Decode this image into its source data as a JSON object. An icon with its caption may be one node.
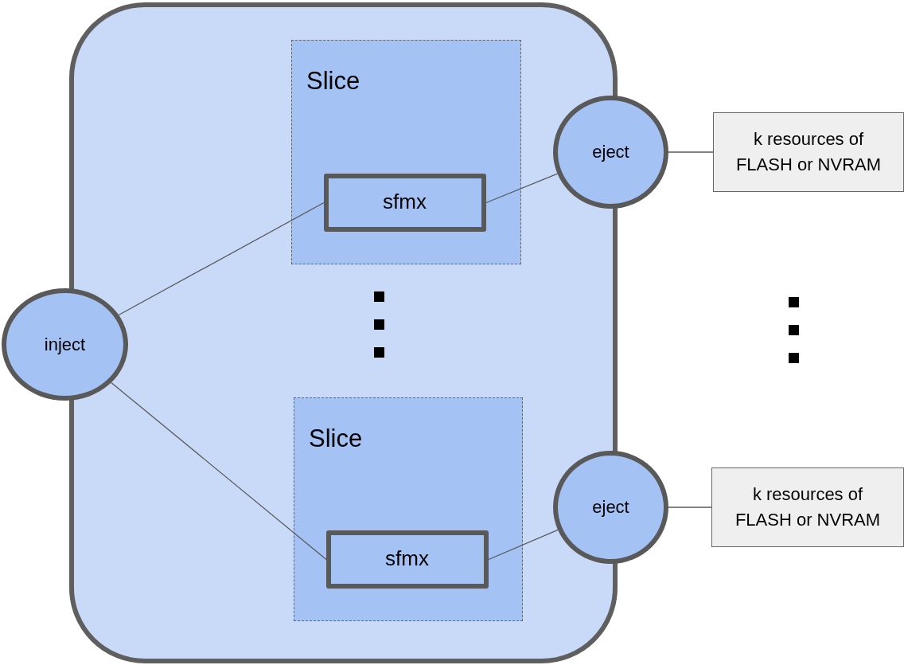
{
  "diagram": {
    "nodes": [
      {
        "text": [],
        "shape": "box"
      },
      {
        "text": [
          "Slice"
        ],
        "in": 0
      },
      {
        "text": [
          "sfmx"
        ],
        "in": 1
      },
      {
        "text": [
          "Slice"
        ],
        "in": 0
      },
      {
        "text": [
          "sfmx"
        ],
        "in": 3
      },
      {
        "text": [
          "inject"
        ]
      },
      {
        "text": [
          "eject"
        ]
      },
      {
        "text": [
          "eject"
        ]
      },
      {
        "text": [
          "k resources of FLASH or NVRAM"
        ]
      },
      {
        "text": [
          "k resources of FLASH or NVRAM"
        ]
      }
    ],
    "edges": [
      {
        "from": 5,
        "to": 2,
        "arrow": "none"
      },
      {
        "from": 5,
        "to": 4,
        "arrow": "none"
      },
      {
        "from": 2,
        "to": 6,
        "arrow": "none"
      },
      {
        "from": 4,
        "to": 7,
        "arrow": "none"
      },
      {
        "from": 6,
        "to": 8,
        "arrow": "none"
      },
      {
        "from": 7,
        "to": 9,
        "arrow": "none"
      }
    ]
  }
}
